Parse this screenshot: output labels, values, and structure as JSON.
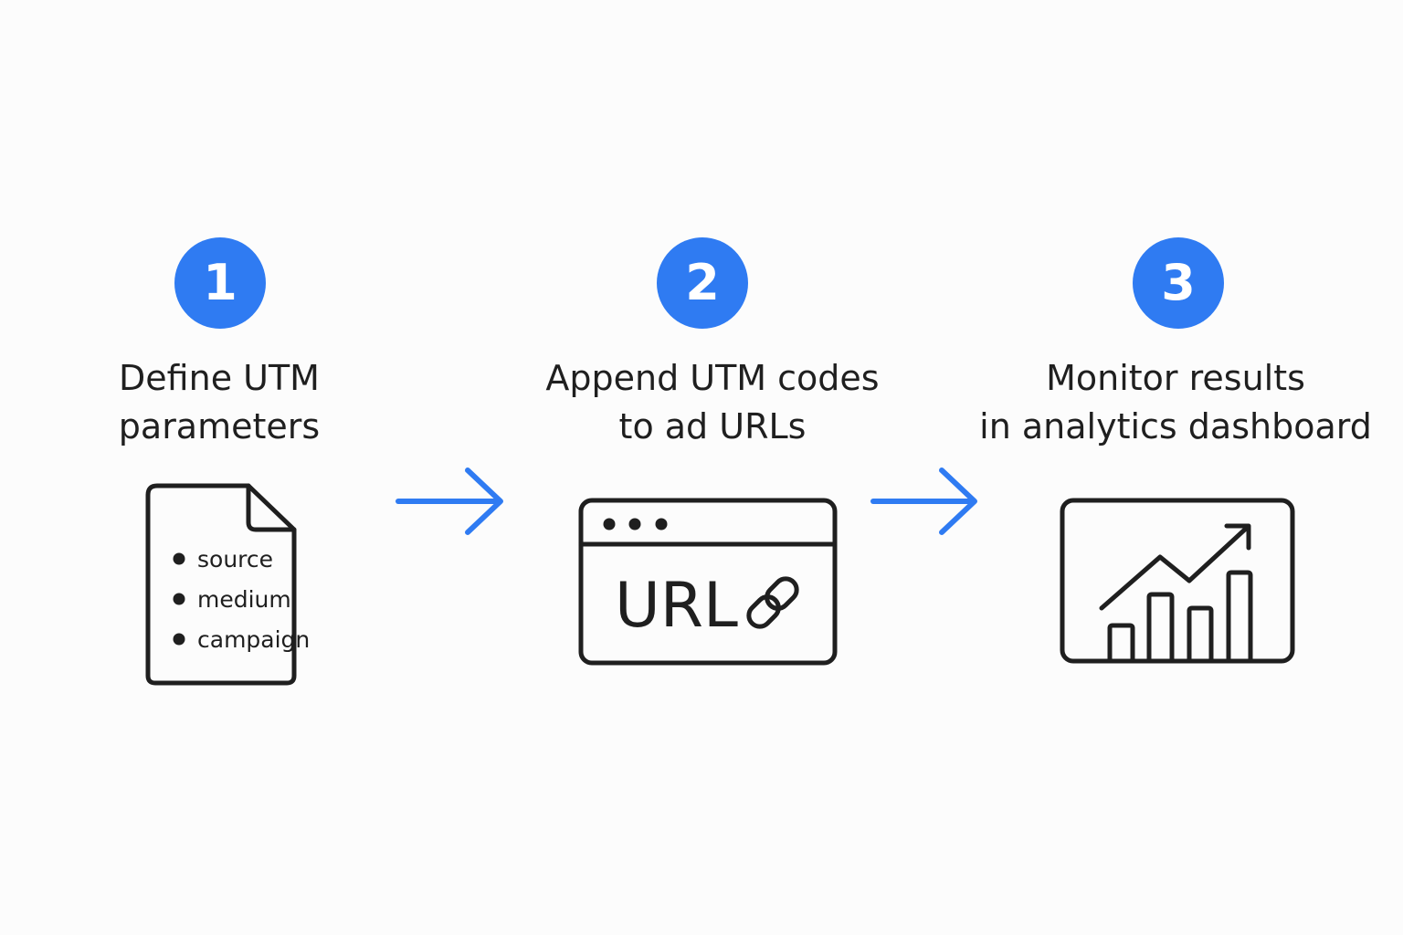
{
  "colors": {
    "accent": "#2f7bf2",
    "ink": "#1f1f1f",
    "background": "#fcfcfc"
  },
  "steps": [
    {
      "number": "1",
      "title_lines": [
        "Define UTM",
        "parameters"
      ],
      "icon": "document-icon",
      "doc_items": [
        "source",
        "medium",
        "campaign"
      ]
    },
    {
      "number": "2",
      "title_lines": [
        "Append UTM codes",
        "to ad URLs"
      ],
      "icon": "browser-window-icon",
      "url_text": "URL"
    },
    {
      "number": "3",
      "title_lines": [
        "Monitor results",
        "in analytics dashboard"
      ],
      "icon": "analytics-dashboard-icon"
    }
  ],
  "arrows": [
    "arrow-right-icon",
    "arrow-right-icon"
  ]
}
